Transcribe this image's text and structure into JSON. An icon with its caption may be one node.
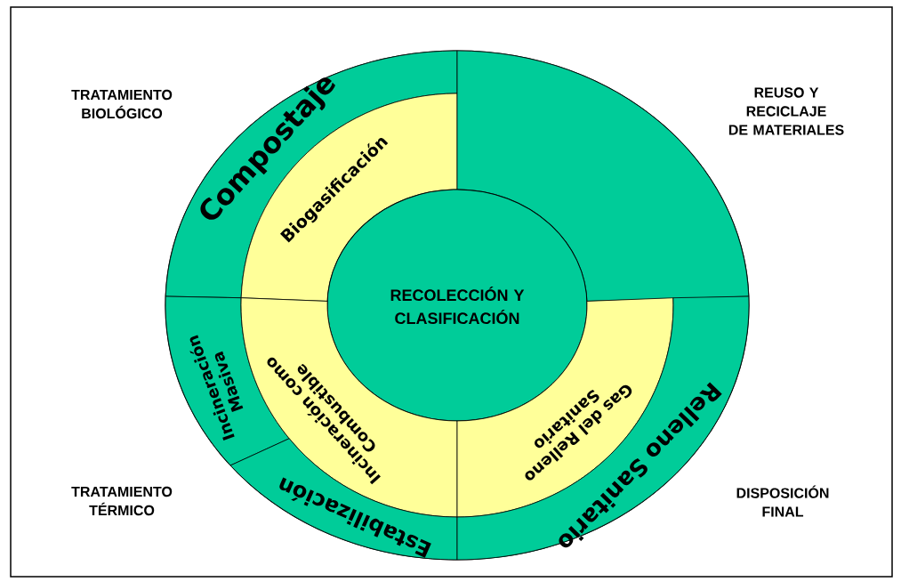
{
  "diagram": {
    "nodes": [
      {
        "text": [
          "Compostaje"
        ]
      },
      {
        "text": [
          "Biogasificación"
        ]
      },
      {
        "text": [],
        "shape": "sector"
      },
      {
        "text": [
          "RECOLECCIÓN Y CLASIFICACIÓN"
        ]
      },
      {
        "text": [
          "Incineración Masiva"
        ]
      },
      {
        "text": [
          "Incineración como Combustible"
        ]
      },
      {
        "text": [
          "Estabilización"
        ]
      },
      {
        "text": [
          "Gas del Relleno Sanitario"
        ]
      },
      {
        "text": [
          "Relleno Sanitario"
        ]
      }
    ],
    "labels": [
      "TRATAMIENTO BIOLÓGICO",
      "REUSO Y RECICLAJE DE MATERIALES",
      "TRATAMIENTO TÉRMICO",
      "DISPOSICIÓN FINAL"
    ]
  }
}
